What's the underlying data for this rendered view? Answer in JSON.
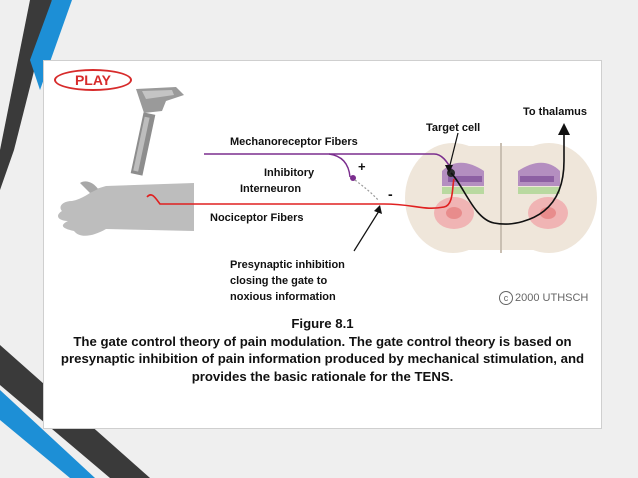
{
  "play_button": {
    "label": "PLAY"
  },
  "labels": {
    "to_thalamus": "To thalamus",
    "target_cell": "Target cell",
    "mechanoreceptor": "Mechanoreceptor Fibers",
    "inhibitory": "Inhibitory",
    "interneuron": "Interneuron",
    "plus": "+",
    "minus": "-",
    "nociceptor": "Nociceptor Fibers",
    "presynaptic_1": "Presynaptic inhibition",
    "presynaptic_2": "closing the gate to",
    "presynaptic_3": "noxious information",
    "copyright_symbol": "c",
    "copyright_text": "2000 UTHSCH"
  },
  "caption": {
    "title": "Figure 8.1",
    "line1": "The gate control theory of pain modulation. The gate control theory is based on",
    "line2": "presynaptic inhibition of pain information produced by mechanical stimulation, and",
    "line3": "provides the basic rationale for the TENS."
  },
  "colors": {
    "mechanoreceptor_fiber": "#7b2e8e",
    "nociceptor_fiber": "#e02020",
    "ascending_fiber": "#111111",
    "slide_accent_blue": "#1d8fd6",
    "slide_accent_dark": "#3a3a3a",
    "play_red": "#d72b2b"
  },
  "icons": [
    "hammer-icon",
    "hand-icon"
  ]
}
